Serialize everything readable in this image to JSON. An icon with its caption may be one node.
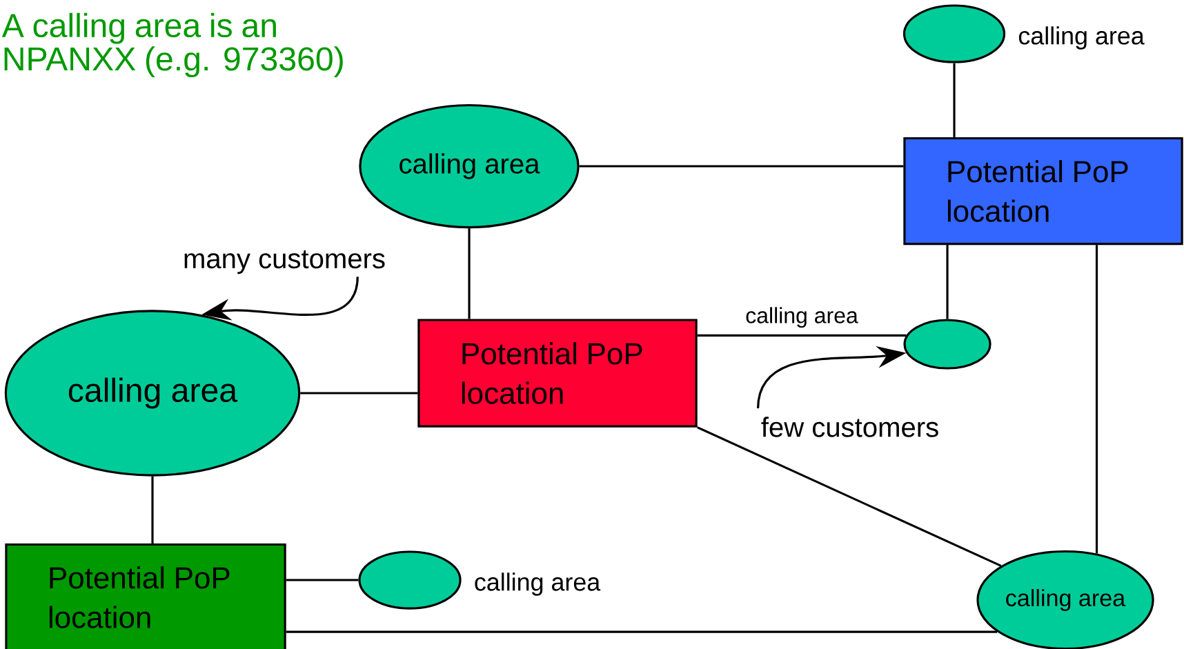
{
  "diagram": {
    "nodes": [
      {
        "text": [],
        "shape": "ellipse",
        "beside": [
          "calling area"
        ]
      },
      {
        "text": [
          "calling area"
        ]
      },
      {
        "text": [
          "Potential PoP location"
        ]
      },
      {
        "text": [
          "Potential PoP location"
        ]
      },
      {
        "text": [],
        "shape": "ellipse"
      },
      {
        "text": [
          "calling area"
        ]
      },
      {
        "text": [
          "Potential PoP location"
        ]
      },
      {
        "text": [],
        "shape": "ellipse",
        "beside": [
          "calling area"
        ]
      },
      {
        "text": [
          "calling area"
        ]
      },
      {
        "text": [
          "many customers"
        ]
      },
      {
        "text": [
          "few customers"
        ]
      }
    ],
    "edges": [
      {
        "from": 0,
        "to": 2,
        "arrow": "none"
      },
      {
        "from": 1,
        "to": 2,
        "arrow": "none"
      },
      {
        "from": 1,
        "to": 3,
        "arrow": "none"
      },
      {
        "from": 2,
        "to": 4,
        "arrow": "none"
      },
      {
        "from": 2,
        "to": 8,
        "arrow": "none"
      },
      {
        "from": 3,
        "to": 4,
        "arrow": "none",
        "label": "calling area"
      },
      {
        "from": 3,
        "to": 5,
        "arrow": "none"
      },
      {
        "from": 3,
        "to": 8,
        "arrow": "none"
      },
      {
        "from": 5,
        "to": 6,
        "arrow": "none"
      },
      {
        "from": 6,
        "to": 7,
        "arrow": "none"
      },
      {
        "from": 6,
        "to": 8,
        "arrow": "none"
      },
      {
        "from": 9,
        "to": 5,
        "arrow": "to"
      },
      {
        "from": 10,
        "to": 4,
        "arrow": "to"
      }
    ],
    "labels": [
      "A calling area is an NPANXX (e.g. 973360)"
    ]
  }
}
